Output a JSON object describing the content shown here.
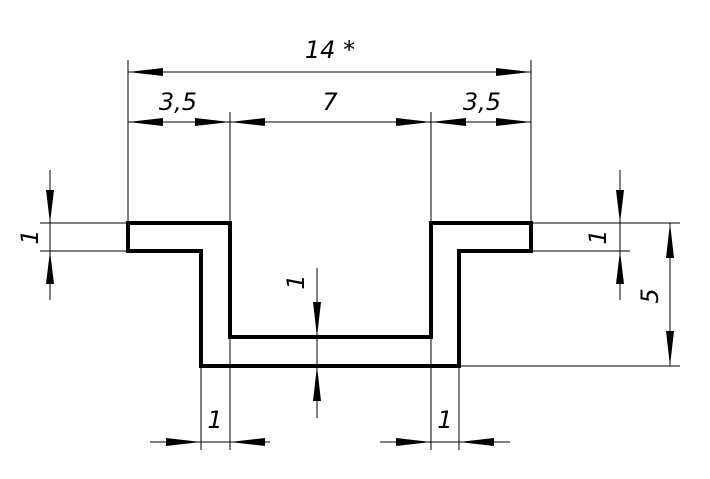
{
  "drawing": {
    "dimensions": {
      "overall_width": "14 *",
      "left_flange": "3,5",
      "channel_width": "7",
      "right_flange": "3,5",
      "left_flange_thickness": "1",
      "right_flange_thickness": "1",
      "web_thickness": "1",
      "height": "5",
      "left_wall_thickness": "1",
      "right_wall_thickness": "1"
    }
  }
}
